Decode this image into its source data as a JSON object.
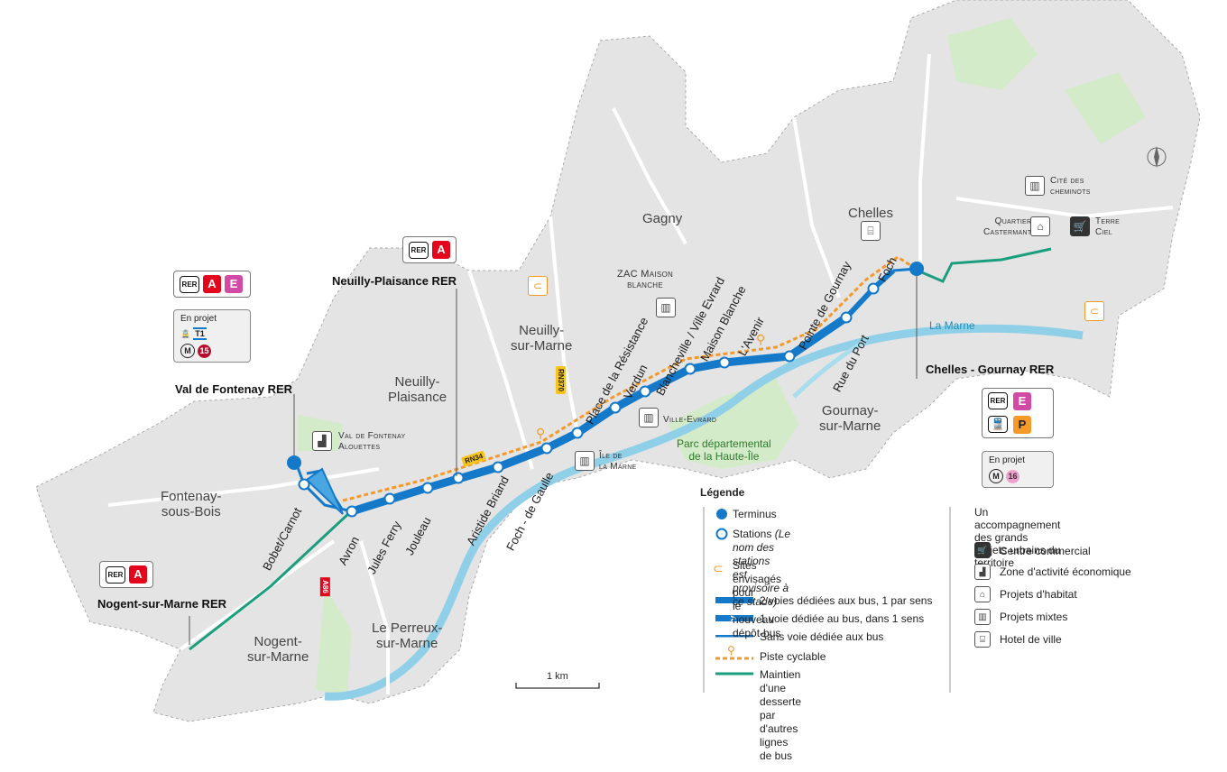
{
  "towns": {
    "gagny": "Gagny",
    "chelles": "Chelles",
    "neuilly_marne": "Neuilly-\nsur-Marne",
    "neuilly_plaisance": "Neuilly-\nPlaisance",
    "fontenay": "Fontenay-\nsous-Bois",
    "nogent": "Nogent-\nsur-Marne",
    "perreux": "Le Perreux-\nsur-Marne",
    "gournay": "Gournay-\nsur-Marne",
    "parc": "Parc départemental\nde la Haute-Île",
    "la_marne": "La Marne"
  },
  "places": {
    "zac": "ZAC Maison\nblanche",
    "val_fontenay_alouettes": "Val de Fontenay\nAlouettes",
    "ville_evrard": "Ville-Evrard",
    "ile_marne": "Île de\nla Marne",
    "cite_cheminots": "Cité des\ncheminots",
    "quartier_castermant": "Quartier\nCastermant",
    "terre_ciel": "Terre\nCiel"
  },
  "roads": {
    "rn34": "RN34",
    "rn370": "RN370",
    "a86": "A86"
  },
  "stations": [
    "Bobet/Carnot",
    "Avron",
    "Jules Ferry",
    "Jouleau",
    "Aristide Briand",
    "Foch - de Gaulle",
    "Place de la Résistance",
    "Verdun",
    "Blancheville / Ville Evrard",
    "Maison Blanche",
    "L'Avenir",
    "Pointe de Gournay",
    "Rue du Port",
    "Foch"
  ],
  "rer_stations": {
    "val_fontenay": {
      "name": "Val de Fontenay RER",
      "lines": [
        "RER",
        "A",
        "E"
      ],
      "projet_label": "En projet",
      "projet_tram": "T1",
      "projet_metro": "15"
    },
    "neuilly_plaisance": {
      "name": "Neuilly-Plaisance RER",
      "lines": [
        "RER",
        "A"
      ]
    },
    "nogent": {
      "name": "Nogent-sur-Marne RER",
      "lines": [
        "RER",
        "A"
      ]
    },
    "chelles": {
      "name": "Chelles - Gournay RER",
      "lines": [
        "RER",
        "E",
        "P"
      ],
      "projet_label": "En projet",
      "projet_metro": "16"
    }
  },
  "scale": "1 km",
  "legend": {
    "title": "Légende",
    "terminus": "Terminus",
    "stations_prefix": "Stations ",
    "stations_note": "(Le nom des stations\nest provisoire à ce stade)",
    "depot": "Sites envisagés pour\nle nouveau dépôt-bus",
    "two_lanes": "2 voies dédiées aux bus, 1 par sens",
    "one_lane": "1 voie dédiée au bus, dans 1 sens",
    "no_lane": "Sans voie dédiée aux bus",
    "cycle": "Piste cyclable",
    "other_lines": "Maintien d'une desserte\npar d'autres lignes de bus",
    "urban_title": "Un accompagnement des grands\nprojets urbains du territoire",
    "centre_commercial": "Centre commercial",
    "zone_activite": "Zone d'activité économique",
    "habitat": "Projets d'habitat",
    "mixtes": "Projets mixtes",
    "hotel_ville": "Hotel de ville"
  },
  "colors": {
    "bus_route": "#1479c9",
    "bus_route_light": "#4aa6e0",
    "cycle": "#f39a2b",
    "other_lines": "#1a9e7e",
    "water": "#8fd0e8",
    "park": "#cfe9c3",
    "land": "#e6e6e6",
    "rer_a": "#e3051b",
    "rer_e": "#d14aa5",
    "rer_p": "#f39a2b"
  },
  "icons": [
    "shopping-cart-icon",
    "chart-icon",
    "house-icon",
    "building-icon",
    "town-hall-icon",
    "depot-icon",
    "bicycle-icon",
    "compass-icon",
    "train-icon",
    "tram-icon",
    "metro-icon"
  ]
}
